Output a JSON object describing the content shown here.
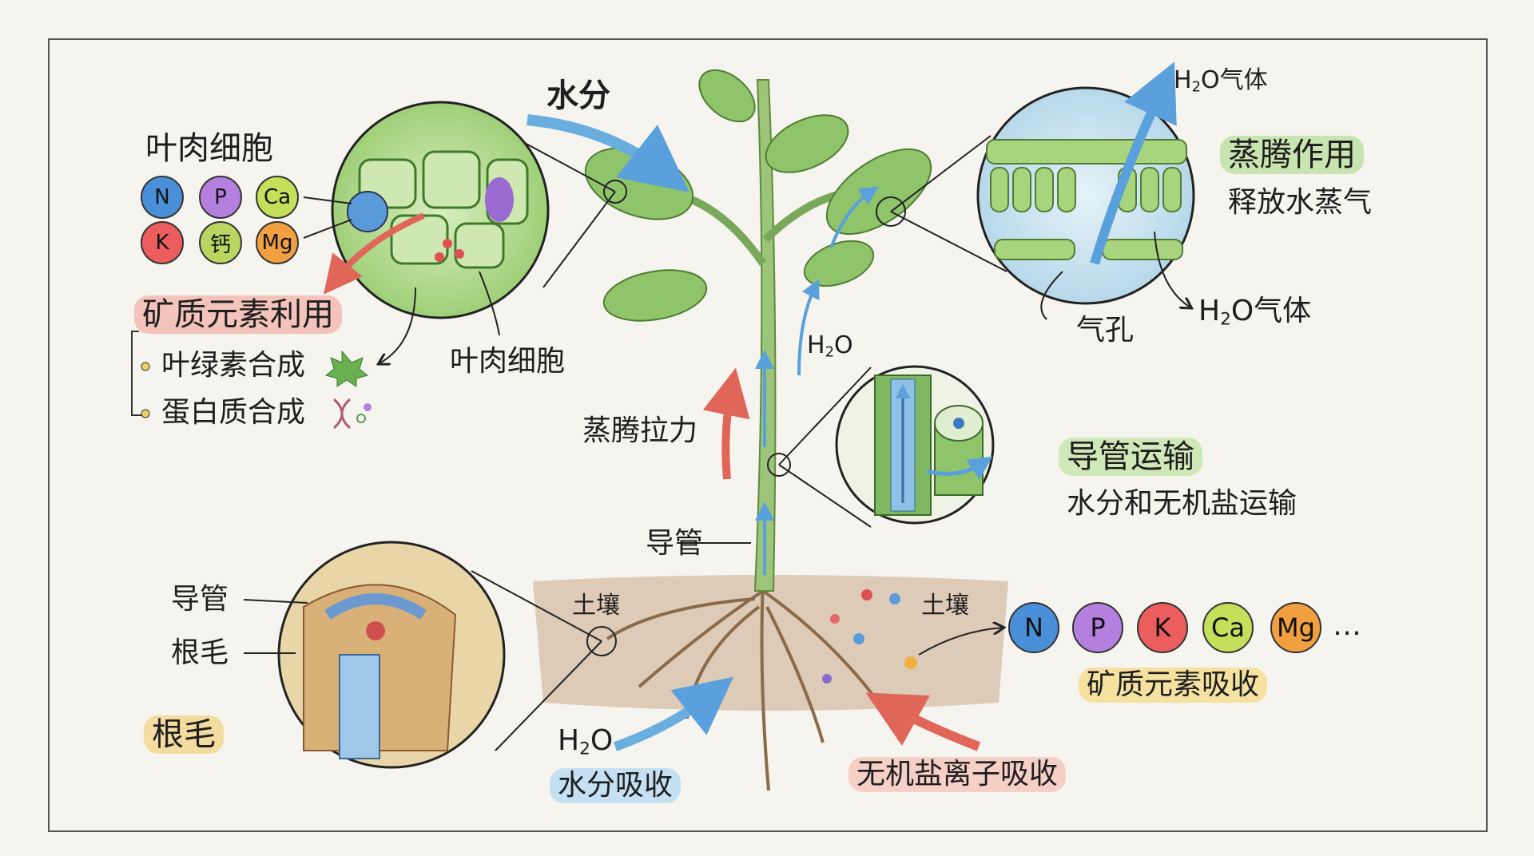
{
  "top": {
    "water_label": "水分"
  },
  "leaf_cell": {
    "title": "叶肉细胞",
    "elements": [
      "N",
      "P",
      "Ca",
      "K",
      "钙",
      "Mg"
    ],
    "utilization_title": "矿质元素利用",
    "uses": [
      "叶绿素合成",
      "蛋白质合成"
    ],
    "cell_label": "叶肉细胞"
  },
  "transpiration": {
    "gas_top_h": "H",
    "gas_top_sub": "2",
    "gas_top_rest": "O气体",
    "title": "蒸腾作用",
    "subtitle": "释放水蒸气",
    "stoma": "气孔",
    "gas_bottom_h": "H",
    "gas_bottom_sub": "2",
    "gas_bottom_rest": "O气体"
  },
  "stem": {
    "h2o_h": "H",
    "h2o_sub": "2",
    "h2o_rest": "O",
    "pull": "蒸腾拉力",
    "vessel": "导管"
  },
  "vessel_detail": {
    "title": "导管运输",
    "subtitle": "水分和无机盐运输"
  },
  "soil": {
    "left": "土壤",
    "right": "土壤"
  },
  "minerals": {
    "elements": [
      "N",
      "P",
      "K",
      "Ca",
      "Mg"
    ],
    "ellipsis": "…",
    "label": "矿质元素吸收"
  },
  "root": {
    "vessel": "导管",
    "hair": "根毛",
    "title": "根毛"
  },
  "bottom": {
    "h2o_h": "H",
    "h2o_sub": "2",
    "h2o_rest": "O",
    "water_absorb": "水分吸收",
    "ion_absorb": "无机盐离子吸收"
  },
  "colors": {
    "N": "#4a90d9",
    "P": "#b57fe0",
    "Ca": "#c6df5a",
    "K": "#ec5d5d",
    "钙": "#b8d660",
    "Mg": "#f0a040",
    "water": "#6aaee0",
    "ion": "#e06a5a",
    "leaf": "#7bb85a"
  }
}
